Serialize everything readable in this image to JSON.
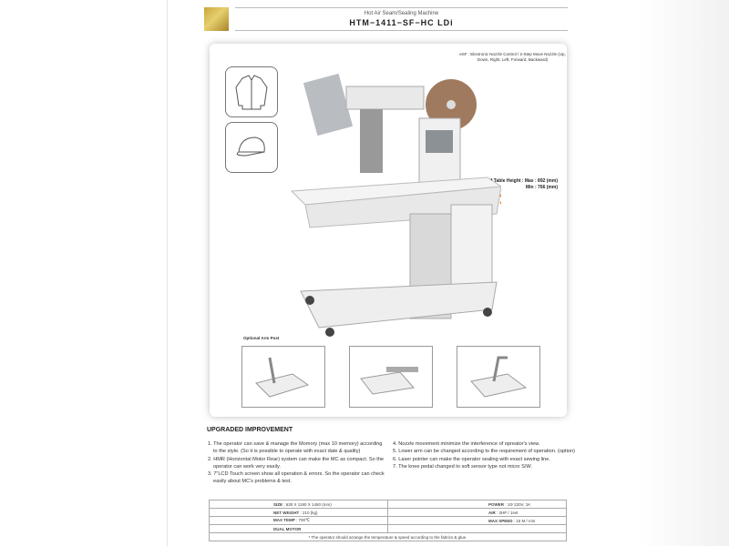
{
  "header": {
    "subtitle": "Hot Air Seam/Sealing Machine",
    "title": "HTM−1411−SF−HC LDi"
  },
  "product": {
    "esf_note": "eSF : Electronic Nozzle Control / 2-Step Move Nozzle (Up, Down, Right, Left, Forward, Backward)",
    "table_height_max": "* Table Height : Max : 892 (mm)",
    "table_height_min": "Min : 766 (mm)",
    "application_icons": [
      "jacket-icon",
      "cap-icon"
    ],
    "optional_label": "Optional Arm Post"
  },
  "improvements": {
    "heading": "UPGRADED IMPROVEMENT",
    "left": [
      "1. The operator can save & manage the Momory (max 10 memory) according to the style. (So it is possible to operate with exact date & quality)",
      "2. HMR (Horizontal Motor Rear) system can make the MC as compact. So the operator can work very easily.",
      "3. 7\"LCD Touch screen show all operation & errors. So the operator can check easily about MC's problems & test."
    ],
    "right": [
      "4. Nozzle movement minimize the interference of opreator's view.",
      "5. Lower arm can be changed according to the requirement of operation. (option)",
      "6. Laser pointer can make the operator sealing with exact sewing line.",
      "7. The knee pedal changed to soft sensor type not micro S/W."
    ]
  },
  "specs": {
    "rows": [
      [
        {
          "k": "SIZE",
          "v": " : 630 X 1190 X 1450 (mm)"
        },
        {
          "k": "POWER",
          "v": " : 1Φ 220V, 1K"
        }
      ],
      [
        {
          "k": "NET WEIGHT",
          "v": " : 210 (kg)"
        },
        {
          "k": "AIR",
          "v": " : 3HP / 1set"
        }
      ],
      [
        {
          "k": "MAX TEMP",
          "v": " : 700℃"
        },
        {
          "k": "MAX SPEED",
          "v": " : 15 M / min"
        }
      ],
      [
        {
          "k": "DUAL MOTOR",
          "v": ""
        },
        {
          "k": "",
          "v": ""
        }
      ]
    ],
    "footnote": "* The operator should arrange the temperature & speed according to the fabrics & glue."
  }
}
